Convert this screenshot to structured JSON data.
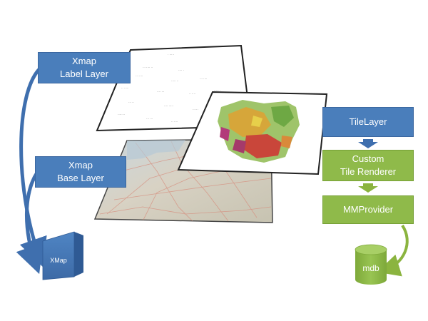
{
  "boxes": {
    "xmap_label": {
      "line1": "Xmap",
      "line2": "Label Layer"
    },
    "xmap_base": {
      "line1": "Xmap",
      "line2": "Base Layer"
    },
    "tilelayer": {
      "label": "TileLayer"
    },
    "renderer": {
      "line1": "Custom",
      "line2": "Tile Renderer"
    },
    "mmprovider": {
      "label": "MMProvider"
    }
  },
  "cube": {
    "label": "XMap"
  },
  "cylinder": {
    "label": "mdb"
  },
  "colors": {
    "blue_box": "#4a7ebb",
    "green_box": "#8fba4a",
    "blue_arrow": "#3f6fae",
    "green_arrow": "#8bb43f"
  }
}
